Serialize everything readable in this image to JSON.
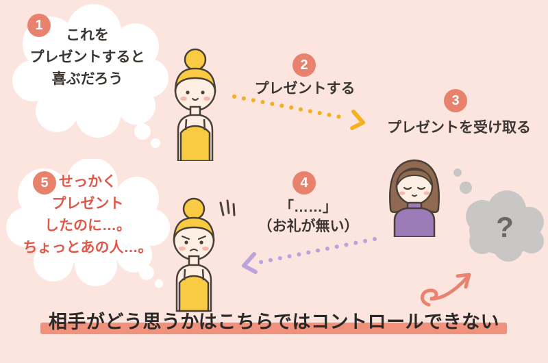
{
  "background": "#fce4df",
  "steps": {
    "1": {
      "num": "1",
      "lines": [
        "これを",
        "プレゼントすると",
        "喜ぶだろう"
      ]
    },
    "2": {
      "num": "2",
      "label": "プレゼントする"
    },
    "3": {
      "num": "3",
      "label": "プレゼントを受け取る"
    },
    "4": {
      "num": "4",
      "quote": "「……」",
      "note": "（お礼が無い）"
    },
    "5": {
      "num": "5",
      "lines": [
        "せっかく",
        "プレゼント",
        "したのに…。",
        "ちょっとあの人…。"
      ]
    }
  },
  "question_mark": "?",
  "bottom_message": "相手がどう思うかはこちらではコントロールできない",
  "colors": {
    "badge": "#e8826d",
    "bubble5_text": "#e0584a",
    "arrow_gift": "#f3b120",
    "arrow_silence": "#bba4da",
    "swoosh": "#e8836f",
    "thought_cloud": "#c8c7c6",
    "underline_bar": "#f0917c"
  }
}
